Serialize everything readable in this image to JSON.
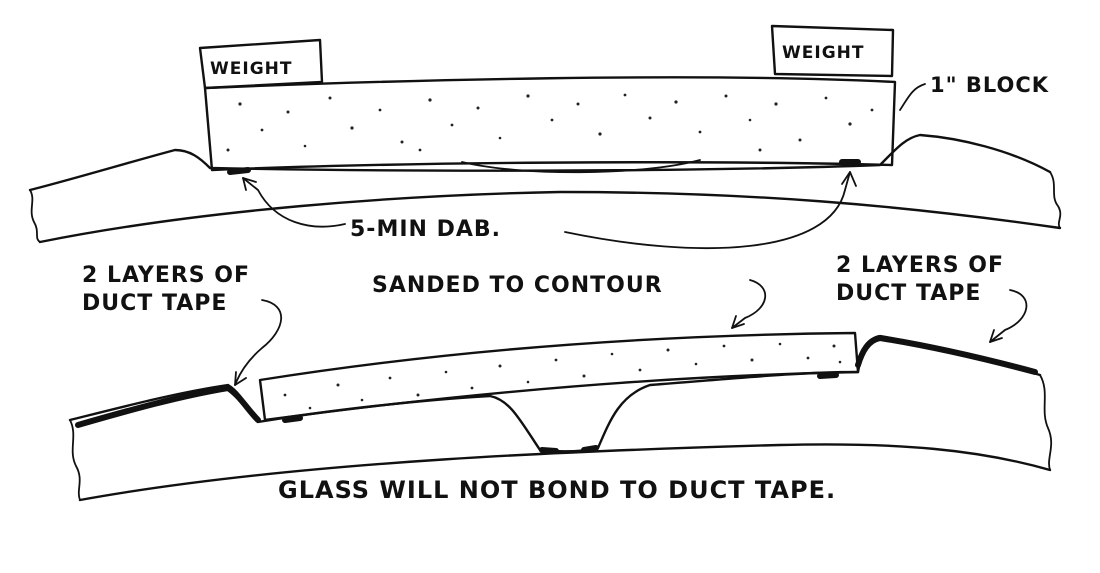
{
  "labels": {
    "weight_left": "WEIGHT",
    "weight_right": "WEIGHT",
    "block": "1\" BLOCK",
    "dab": "5-MIN DAB.",
    "tape_left_line1": "2 LAYERS OF",
    "tape_left_line2": "DUCT TAPE",
    "sanded": "SANDED TO CONTOUR",
    "tape_right_line1": "2 LAYERS OF",
    "tape_right_line2": "DUCT TAPE",
    "note": "GLASS WILL NOT BOND TO DUCT TAPE."
  },
  "colors": {
    "ink": "#111111",
    "paper": "#ffffff"
  }
}
